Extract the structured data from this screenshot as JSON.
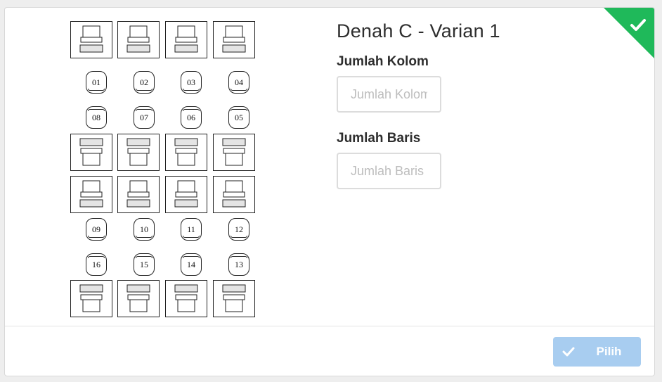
{
  "layout": {
    "title": "Denah C - Varian 1",
    "selected": true,
    "colors": {
      "accent": "#1fb95a",
      "button": "#a8cdf0"
    }
  },
  "form": {
    "columns_label": "Jumlah Kolom",
    "columns_placeholder": "Jumlah Kolom",
    "rows_label": "Jumlah Baris",
    "rows_placeholder": "Jumlah Baris"
  },
  "actions": {
    "select_label": "Pilih"
  },
  "seat_numbers": {
    "row1": [
      "01",
      "02",
      "03",
      "04"
    ],
    "row2": [
      "08",
      "07",
      "06",
      "05"
    ],
    "row3": [
      "09",
      "10",
      "11",
      "12"
    ],
    "row4": [
      "16",
      "15",
      "14",
      "13"
    ]
  }
}
